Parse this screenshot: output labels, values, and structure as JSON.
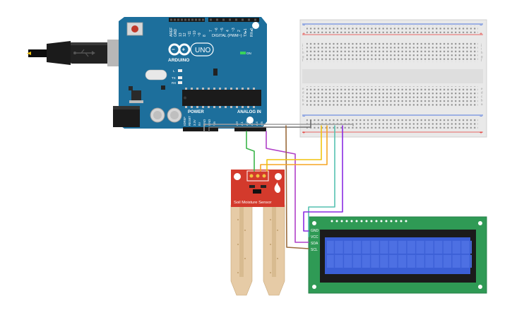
{
  "arduino": {
    "brand": "ARDUINO",
    "model": "UNO",
    "digital_label": "DIGITAL (PWM~)",
    "power_label": "POWER",
    "analog_label": "ANALOG IN",
    "on_label": "ON",
    "l_label": "L",
    "tx_label": "TX",
    "rx_label": "RX",
    "digital_pins": [
      "AREF",
      "GND",
      "13",
      "12",
      "~11",
      "~10",
      "~9",
      "8",
      "7",
      "~6",
      "~5",
      "4",
      "~3",
      "2",
      "TX▸1",
      "RX◂0"
    ],
    "power_pins": [
      "IOREF",
      "RESET",
      "3.3V",
      "5V",
      "GND",
      "GND",
      "Vin"
    ],
    "analog_pins": [
      "A0",
      "A1",
      "A2",
      "A3",
      "A4",
      "A5"
    ],
    "colors": {
      "board": "#1d6f9c",
      "board_dark": "#0f4f75"
    }
  },
  "sensor": {
    "label": "Soil Moisture Sensor",
    "color": "#d33a2c"
  },
  "lcd": {
    "pins": [
      "GND",
      "VCC",
      "SDA",
      "SCL"
    ],
    "colors": {
      "pcb": "#2f9a55",
      "screen": "#3b5fd6"
    }
  },
  "breadboard": {
    "row_letters_top": [
      "j",
      "i",
      "h",
      "g",
      "f"
    ],
    "row_letters_bottom": [
      "e",
      "d",
      "c",
      "b",
      "a"
    ]
  },
  "wires": [
    {
      "name": "5v-to-breadboard",
      "color": "#9e9e9e"
    },
    {
      "name": "gnd-to-breadboard",
      "color": "#6e6e6e"
    },
    {
      "name": "a0-to-sensor",
      "color": "#3bb54a"
    },
    {
      "name": "a4-to-lcd-sda",
      "color": "#b040c8"
    },
    {
      "name": "a5-to-lcd-scl",
      "color": "#9b6b3c"
    },
    {
      "name": "breadboard-to-sensor-vcc",
      "color": "#f5a623"
    },
    {
      "name": "breadboard-to-sensor-gnd",
      "color": "#f1c40f"
    },
    {
      "name": "breadboard-to-lcd-vcc",
      "color": "#55c1b0"
    },
    {
      "name": "breadboard-to-lcd-gnd",
      "color": "#8a2be2"
    }
  ]
}
